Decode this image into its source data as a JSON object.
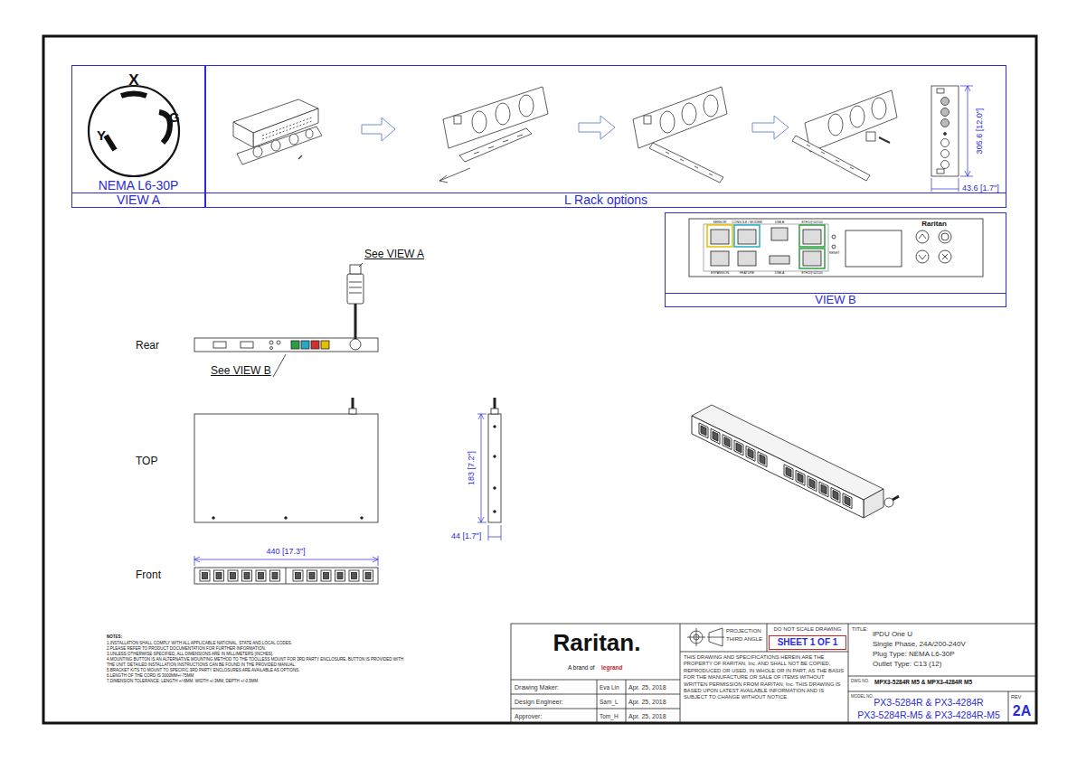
{
  "diagram": {
    "nodes": [
      {
        "text": [
          "NEMA L6-30P",
          "VIEW A"
        ]
      },
      {
        "text": [
          "L Rack options"
        ]
      },
      {
        "text": [
          "VIEW B"
        ]
      },
      {
        "text": [
          "SHEET 1 OF 1"
        ]
      }
    ],
    "labels": [
      "X",
      "G",
      "Y",
      "305.6 [12.0\"]",
      "43.6 [1.7\"]",
      "SENSOR",
      "CONSOLE / MODEM",
      "USB-B",
      "ETH1@10/100",
      "EXPANSION",
      "FEATURE",
      "USB-A",
      "ETH2@10/100",
      "RESET",
      "Raritan",
      "See VIEW A",
      "Rear",
      "See VIEW B",
      "TOP",
      "183 [7.2\"]",
      "44 [1.7\"]",
      "Front",
      "440 [17.3\"]",
      "NOTES:",
      "1.INSTALLATION SHALL COMPLY WITH ALL APPLICABLE NATIONAL, STATE AND LOCAL CODES.",
      "2.PLEASE REFER TO PRODUCT DOCUMENTATION FOR FURTHER INFORMATION.",
      "3.UNLESS OTHERWISE SPECIFIED, ALL DIMENSIONS ARE IN MILLIMETERS [INCHES].",
      "4.MOUNTING BUTTON IS AN ALTERNATIVE MOUNTING METHOD TO THE TOOLLESS MOUNT FOR 3RD PARTY ENCLOSURE. BUTTON IS PROVIDED WITH THE UNIT. DETAILED INSTALLATION INSTRUCTIONS CAN BE FOUND IN THE PROVIDED MANUAL.",
      "5.BRACKET KITS TO MOUNT TO SPECIFIC 3RD PARTY ENCLOSURES ARE AVAILABLE AS OPTIONS.",
      "6.LENGTH OF THE CORD IS 3000MM+/-75MM",
      "7.DIMENSION TOLERANCE: LENGTH +/-8MM, WIDTH +/-3MM, DEPTH +/-0.5MM",
      "Raritan.",
      "A brand of",
      "legrand",
      "PROJECTION",
      "THIRD ANGLE",
      "DO NOT SCALE DRAWING",
      "THIS DRAWING AND SPECIFICATIONS HEREIN ARE THE PROPERTY OF RARITAN, Inc. AND SHALL NOT BE COPIED, REPRODUCED OR USED, IN WHOLE OR IN PART, AS THE BASIS FOR THE MANUFACTURE OR SALE OF ITEMS WITHOUT WRITTEN PERMISSION FROM RARITAN, Inc. THIS DRAWING IS BASED UPON LATEST AVAILABLE INFORMATION AND IS SUBJECT TO CHANGE WITHOUT NOTICE.",
      "Drawing Maker:",
      "Eva Lin",
      "Apr. 25, 2018",
      "Design Engineer:",
      "Sam_L",
      "Apr. 25, 2018",
      "Approver:",
      "Tom_H",
      "Apr. 25, 2018",
      "TITLE:",
      "iPDU One U",
      "Single Phase, 24A/200-240V",
      "Plug Type: NEMA L6-30P",
      "Outlet Type: C13 (12)",
      "DWG NO.",
      "MPX3-5284R M5 & MPX3-4284R M5",
      "MODEL NO.",
      "PX3-5284R & PX3-4284R",
      "PX3-5284R-M5 & PX3-4284R-M5",
      "REV",
      "2A"
    ]
  }
}
